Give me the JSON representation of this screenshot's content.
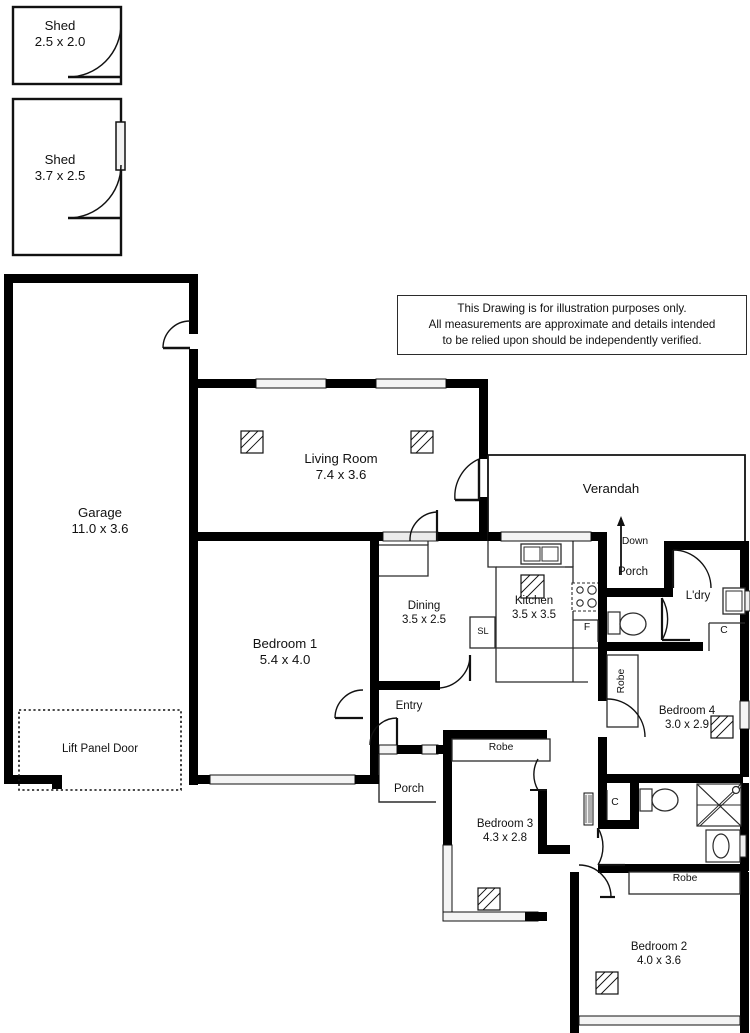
{
  "document": {
    "type": "floor-plan",
    "disclaimer": [
      "This Drawing is for illustration purposes only.",
      "All measurements are approximate and details intended",
      "to be relied upon should be independently verified."
    ]
  },
  "rooms": [
    {
      "id": "shed-small",
      "name": "Shed",
      "dimensions": "2.5 x 2.0"
    },
    {
      "id": "shed-large",
      "name": "Shed",
      "dimensions": "3.7 x 2.5"
    },
    {
      "id": "garage",
      "name": "Garage",
      "dimensions": "11.0 x 3.6"
    },
    {
      "id": "living-room",
      "name": "Living Room",
      "dimensions": "7.4 x 3.6"
    },
    {
      "id": "bedroom-1",
      "name": "Bedroom 1",
      "dimensions": "5.4 x 4.0"
    },
    {
      "id": "dining",
      "name": "Dining",
      "dimensions": "3.5 x 2.5"
    },
    {
      "id": "kitchen",
      "name": "Kitchen",
      "dimensions": "3.5 x 3.5"
    },
    {
      "id": "verandah",
      "name": "Verandah",
      "dimensions": ""
    },
    {
      "id": "porch-rear",
      "name": "Porch",
      "dimensions": ""
    },
    {
      "id": "laundry",
      "name": "L'dry",
      "dimensions": ""
    },
    {
      "id": "bedroom-4",
      "name": "Bedroom 4",
      "dimensions": "3.0 x 2.9"
    },
    {
      "id": "entry",
      "name": "Entry",
      "dimensions": ""
    },
    {
      "id": "porch-front",
      "name": "Porch",
      "dimensions": ""
    },
    {
      "id": "bedroom-3",
      "name": "Bedroom 3",
      "dimensions": "4.3 x 2.8"
    },
    {
      "id": "bedroom-2",
      "name": "Bedroom 2",
      "dimensions": "4.0 x 3.6"
    }
  ],
  "annotations": {
    "lift_panel_door": "Lift Panel Door",
    "down": "Down",
    "robe_bed4": "Robe",
    "robe_bed3": "Robe",
    "robe_bed2": "Robe",
    "closet_laundry": "C",
    "closet_bath": "C",
    "fridge": "F",
    "sliding_door": "SL"
  },
  "colors": {
    "wall": "#000000",
    "fixture_line": "#2b2b2b",
    "paper": "#ffffff",
    "text": "#111111"
  }
}
